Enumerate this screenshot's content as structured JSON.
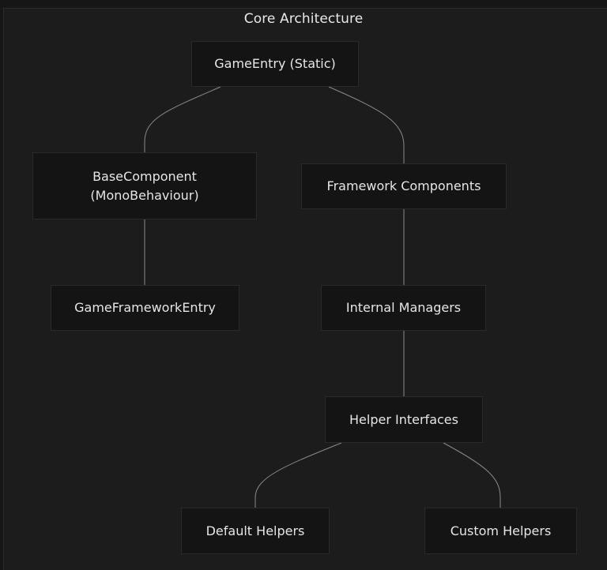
{
  "diagram": {
    "title": "Core Architecture",
    "nodes": {
      "game_entry": "GameEntry (Static)",
      "base_component": "BaseComponent\n(MonoBehaviour)",
      "framework_components": "Framework Components",
      "game_framework_entry": "GameFrameworkEntry",
      "internal_managers": "Internal Managers",
      "helper_interfaces": "Helper Interfaces",
      "default_helpers": "Default Helpers",
      "custom_helpers": "Custom Helpers"
    }
  },
  "colors": {
    "background": "#1c1c1c",
    "node_fill": "#141414",
    "node_border": "#2a2a2a",
    "edge": "#8a8a8a",
    "text": "#e6e6e6"
  }
}
